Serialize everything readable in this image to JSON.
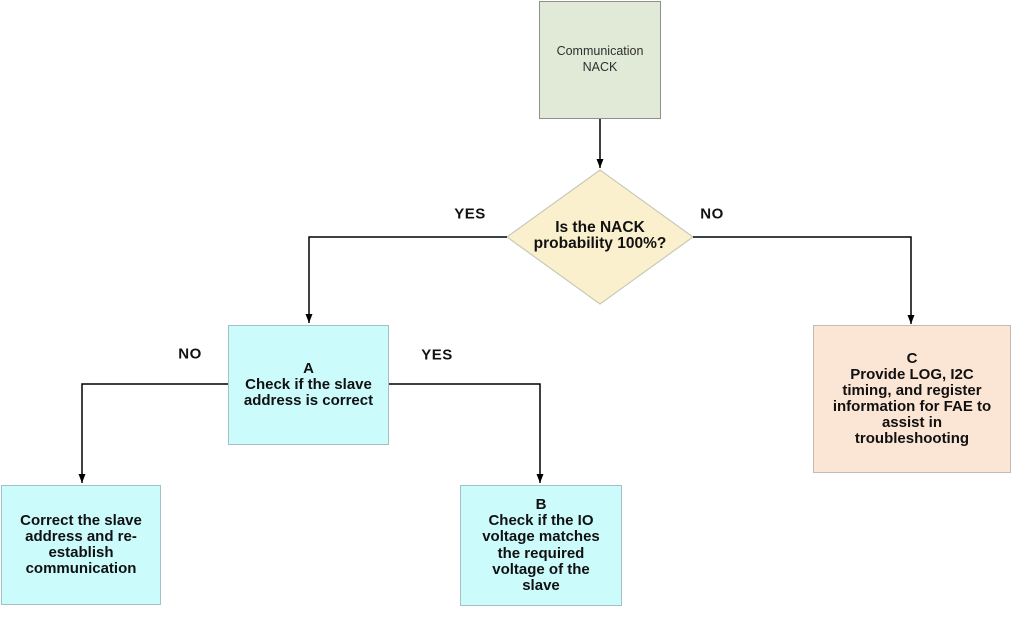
{
  "flowchart": {
    "nodes": {
      "start": {
        "label": "Communication\nNACK"
      },
      "decision": {
        "label": "Is the NACK\nprobability 100%?"
      },
      "node_a": {
        "label": "A\nCheck if the slave\naddress is correct"
      },
      "node_correct": {
        "label": "Correct the slave\naddress and re-\nestablish\ncommunication"
      },
      "node_b": {
        "label": "B\nCheck if the IO\nvoltage matches\nthe required\nvoltage of the\nslave"
      },
      "node_c": {
        "label": "C\nProvide LOG, I2C\ntiming, and register\ninformation for FAE to\nassist in\ntroubleshooting"
      }
    },
    "edge_labels": {
      "decision_yes": "YES",
      "decision_no": "NO",
      "node_a_no": "NO",
      "node_a_yes": "YES"
    },
    "colors": {
      "start_fill": "#e1ead7",
      "start_border": "#8f8f8f",
      "decision_fill": "#faf0cd",
      "decision_border": "#c9c9b9",
      "process_fill": "#ccfbfc",
      "process_border": "#a4bfc7",
      "escalate_fill": "#fbe5d4",
      "escalate_border": "#c0bbb3",
      "connector": "#000000"
    }
  }
}
